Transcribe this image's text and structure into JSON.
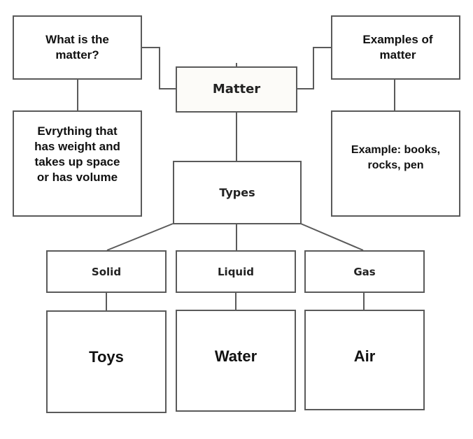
{
  "diagram": {
    "central": {
      "label": "Matter"
    },
    "left_branch": {
      "question": "What is the\nmatter?",
      "answer": "Evrything that\nhas weight and\ntakes up space\nor has volume"
    },
    "right_branch": {
      "question": "Examples of\nmatter",
      "answer": "Example: books,\nrocks, pen"
    },
    "types": {
      "label": "Types",
      "items": [
        {
          "state": "Solid",
          "example": "Toys"
        },
        {
          "state": "Liquid",
          "example": "Water"
        },
        {
          "state": "Gas",
          "example": "Air"
        }
      ]
    },
    "colors": {
      "line": "#5a5a5a",
      "text": "#111111"
    }
  }
}
